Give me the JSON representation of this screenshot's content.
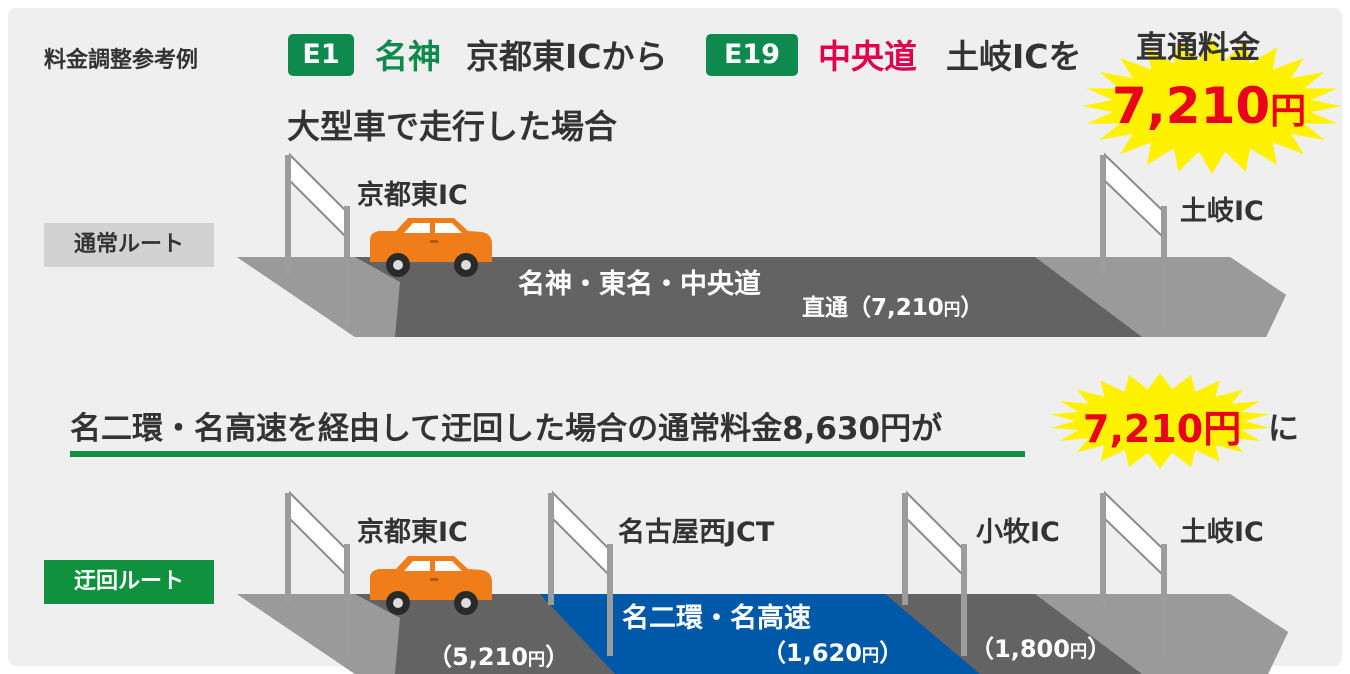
{
  "header": {
    "example_label": "料金調整参考例",
    "badge_e1": "E1",
    "road_meishin": "名神",
    "from_text": "京都東ICから",
    "badge_e19": "E19",
    "road_chuo": "中央道",
    "to_text": "土岐ICを",
    "line2": "大型車で走行した場合"
  },
  "burst_top": {
    "label": "直通料金",
    "amount": "7,210",
    "yen": "円"
  },
  "normal_route": {
    "tag": "通常ルート",
    "start_ic": "京都東IC",
    "end_ic": "土岐IC",
    "road_label": "名神・東名・中央道",
    "fare_label": "直通（7,210",
    "fare_yen": "円",
    "fare_close": "）"
  },
  "headline": {
    "text": "名二環・名高速を経由して迂回した場合の通常料金8,630円が",
    "burst_amount": "7,210円",
    "suffix": "に"
  },
  "detour_route": {
    "tag": "迂回ルート",
    "ic_kyoto": "京都東IC",
    "jct_nagoya": "名古屋西JCT",
    "ic_komaki": "小牧IC",
    "ic_toki": "土岐IC",
    "road_label": "名二環・名高速",
    "fare1": "（5,210",
    "fare2": "（1,620",
    "fare3": "（1,800",
    "yen": "円",
    "close": "）"
  },
  "colors": {
    "badge_green": "#0f8a4e",
    "meishin_green": "#0f8a4e",
    "chuo_red": "#e0004d",
    "amount_red": "#e8001c",
    "burst_yellow": "#fff200",
    "underline_green": "#10913e",
    "detour_blue": "#0058a8",
    "road_dark": "#636363",
    "road_light": "#999999",
    "car_orange": "#ee7d1a"
  }
}
